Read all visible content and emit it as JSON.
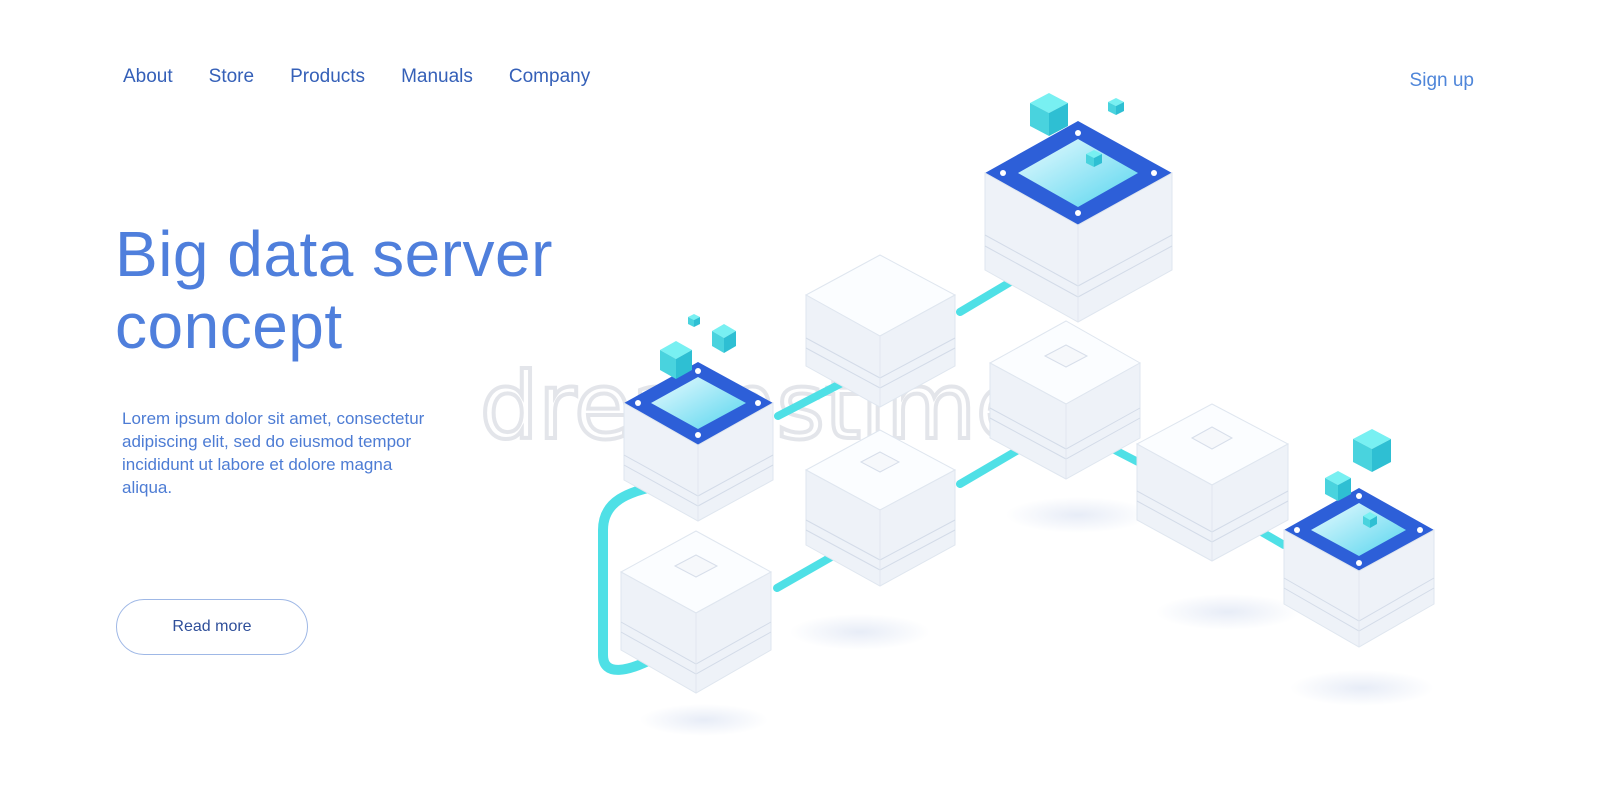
{
  "nav": {
    "items": [
      {
        "label": "About"
      },
      {
        "label": "Store"
      },
      {
        "label": "Products"
      },
      {
        "label": "Manuals"
      },
      {
        "label": "Company"
      }
    ],
    "signup_label": "Sign up"
  },
  "hero": {
    "title": "Big data server concept",
    "description": "Lorem ipsum dolor sit amet, consectetur adipiscing elit, sed do eiusmod tempor incididunt ut labore et dolore magna aliqua.",
    "cta_label": "Read more"
  },
  "illustration": {
    "watermark": "dreamstime",
    "colors": {
      "cube_top": "#fbfdff",
      "cube_side": "#eef2f8",
      "cube_edge": "#d9e1ec",
      "accent_blue": "#2d5fd8",
      "glow_cyan": "#4fe0e6",
      "cube_highlight": "#69e7ea",
      "nav_text": "#3560b8"
    }
  }
}
